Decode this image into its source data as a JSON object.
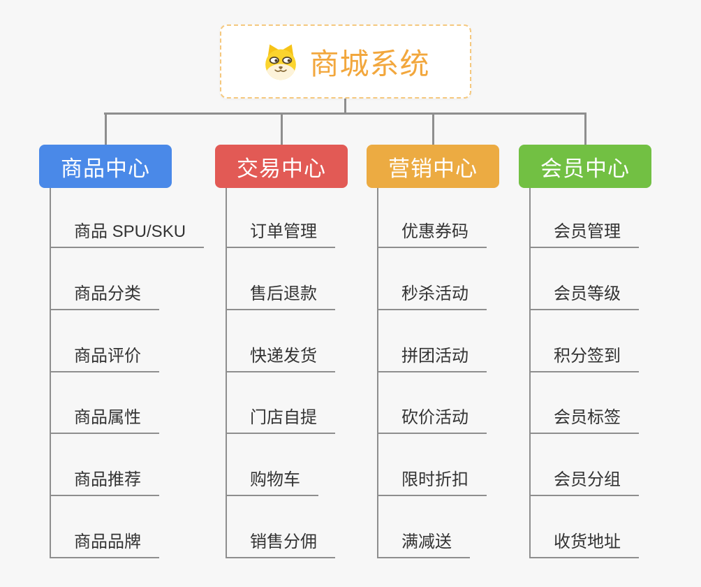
{
  "root": {
    "title": "商城系统",
    "icon": "dog-face-icon"
  },
  "branches": [
    {
      "label": "商品中心",
      "color": "#4a89e8",
      "items": [
        "商品 SPU/SKU",
        "商品分类",
        "商品评价",
        "商品属性",
        "商品推荐",
        "商品品牌"
      ]
    },
    {
      "label": "交易中心",
      "color": "#e25a55",
      "items": [
        "订单管理",
        "售后退款",
        "快递发货",
        "门店自提",
        "购物车",
        "销售分佣"
      ]
    },
    {
      "label": "营销中心",
      "color": "#ecab42",
      "items": [
        "优惠券码",
        "秒杀活动",
        "拼团活动",
        "砍价活动",
        "限时折扣",
        "满减送"
      ]
    },
    {
      "label": "会员中心",
      "color": "#72c043",
      "items": [
        "会员管理",
        "会员等级",
        "积分签到",
        "会员标签",
        "会员分组",
        "收货地址"
      ]
    }
  ],
  "colors": {
    "background": "#f7f7f7",
    "node_background": "#ffffff",
    "root_accent": "#f2a73d",
    "root_border": "#f5c87e",
    "connector": "#8e8e8e",
    "item_text": "#333333",
    "header_text": "#ffffff"
  }
}
